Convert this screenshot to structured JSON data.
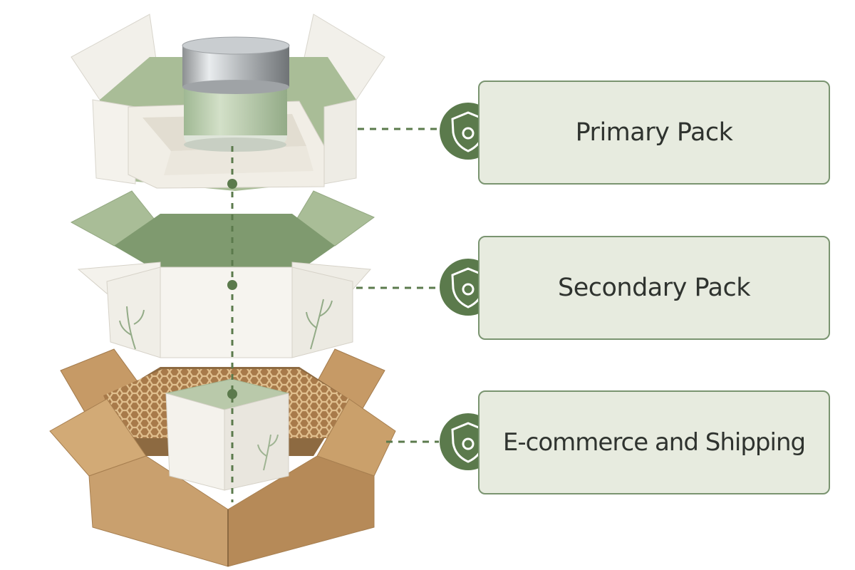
{
  "layers": [
    {
      "id": "primary",
      "label": "Primary Pack",
      "icon": "shield-icon"
    },
    {
      "id": "secondary",
      "label": "Secondary Pack",
      "icon": "shield-icon"
    },
    {
      "id": "shipping",
      "label": "E-commerce and Shipping",
      "icon": "shield-icon"
    }
  ],
  "colors": {
    "accent_green": "#5b7a4c",
    "sage": "#a9bd97",
    "card_fill": "#e7ebdf",
    "card_border": "#7a9470",
    "kraft": "#c9a06e",
    "text": "#2f332f"
  }
}
